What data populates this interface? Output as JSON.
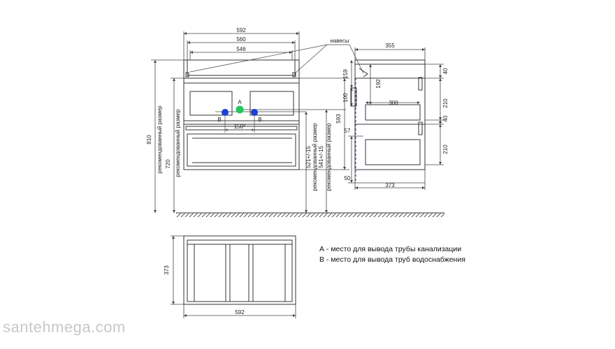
{
  "labels": {
    "hinges": "навесы",
    "point_a": "A",
    "point_b": "B",
    "recommended_size": "рекомендованный размер",
    "angle_150": "150°"
  },
  "dims": {
    "w592": "592",
    "w560": "560",
    "w546": "546",
    "h810": "810",
    "h720": "720",
    "h521": "521+/-15",
    "h541": "541+/-15",
    "h593": "593",
    "d355": "355",
    "h159": "159",
    "h192": "192",
    "h100": "100",
    "w300": "300",
    "h57": "57",
    "h50": "50",
    "d373": "373",
    "h40a": "40",
    "h210a": "210",
    "h40b": "40",
    "h210b": "210",
    "plan373": "373",
    "plan592": "592"
  },
  "legend": {
    "a": "А - место для вывода трубы канализации",
    "b": "В - место для вывода труб водоснабжения"
  },
  "colors": {
    "line": "#333333",
    "dim": "#444444",
    "point_a": "#22c55e",
    "point_b": "#1d3fd6",
    "hidden": "#2a3cc8",
    "watermark": "#c8c8c8"
  },
  "watermark": "santehmega.com"
}
